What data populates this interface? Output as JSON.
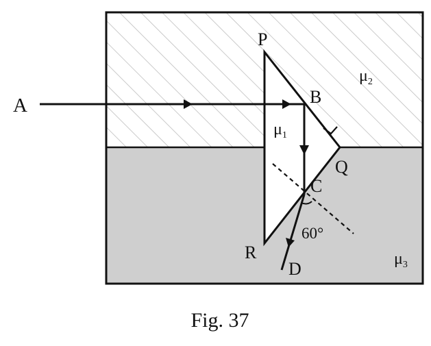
{
  "figure": {
    "caption": "Fig. 37"
  },
  "labels": {
    "P": "P",
    "Q": "Q",
    "R": "R",
    "A": "A",
    "B": "B",
    "C": "C",
    "D": "D"
  },
  "media": {
    "mu1": {
      "symbol": "μ",
      "sub": "1"
    },
    "mu2": {
      "symbol": "μ",
      "sub": "2"
    },
    "mu3": {
      "symbol": "μ",
      "sub": "3"
    }
  },
  "angle": {
    "value": "60°"
  },
  "colors": {
    "outline": "#111111",
    "hatch": "#bdbdbd",
    "lower_medium_fill": "#cfcfcf",
    "prism_fill": "#ffffff"
  }
}
